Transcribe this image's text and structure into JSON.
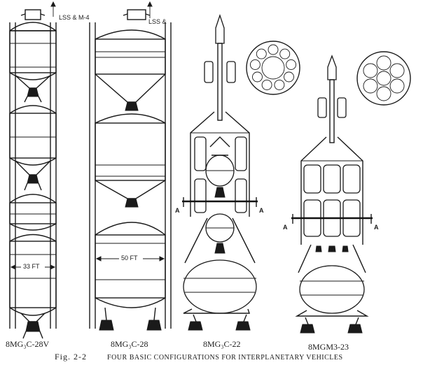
{
  "caption": {
    "fig_number": "Fig. 2-2",
    "title": "FOUR BASIC CONFIGURATIONS FOR INTERPLANETARY VEHICLES"
  },
  "vehicles": [
    {
      "name": "8MG₃C-28V",
      "note": "LSS & M-4",
      "dimension": "33 FT"
    },
    {
      "name": "8MG₃C-28",
      "note": "LSS &",
      "dimension": "50 FT"
    },
    {
      "name": "8MG₃C-22",
      "section_left": "A",
      "section_right": "A"
    },
    {
      "name": "8MGM3-23",
      "section_left": "A",
      "section_right": "A"
    }
  ]
}
